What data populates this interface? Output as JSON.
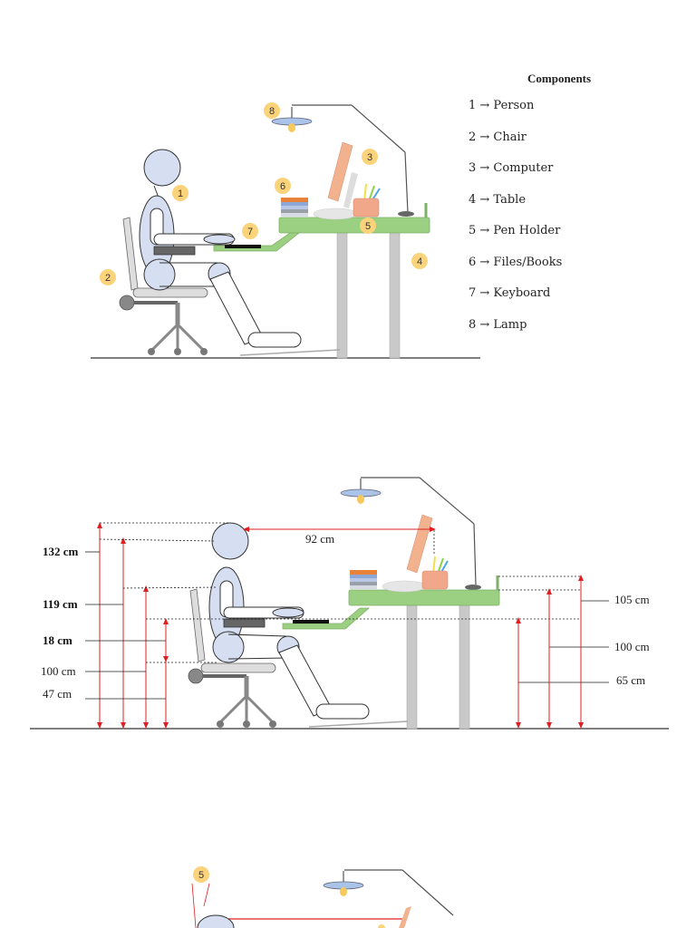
{
  "legend": {
    "title": "Components",
    "items": [
      {
        "num": "1",
        "name": "Person"
      },
      {
        "num": "2",
        "name": "Chair"
      },
      {
        "num": "3",
        "name": "Computer"
      },
      {
        "num": "4",
        "name": "Table"
      },
      {
        "num": "5",
        "name": "Pen Holder"
      },
      {
        "num": "6",
        "name": "Files/Books"
      },
      {
        "num": "7",
        "name": "Keyboard"
      },
      {
        "num": "8",
        "name": "Lamp"
      }
    ],
    "arrow": "→"
  },
  "dimensions": {
    "head_height": "132 cm",
    "shoulder_height": "119 cm",
    "elbow_gap": "18 cm",
    "seated_eye": "100 cm",
    "seat_height": "47 cm",
    "reach": "92 cm",
    "lamp_base": "105 cm",
    "table_top": "100 cm",
    "keyboard_tray": "65 cm"
  },
  "bottom_badge": "5",
  "colors": {
    "badge": "#fbd37a",
    "person": "#d6dff2",
    "table": "#9bcf82",
    "leg": "#c9c9c9",
    "computer": "#f3b28e",
    "pen": "#f1a78a",
    "dim_red": "#e02020"
  }
}
